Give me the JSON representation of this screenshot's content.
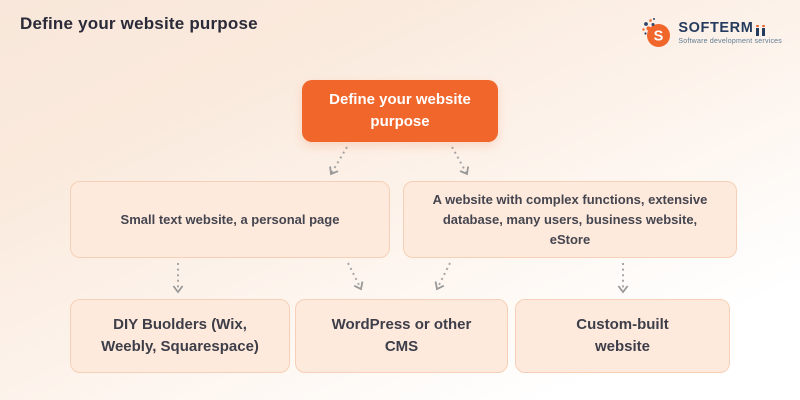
{
  "page": {
    "title": "Define your website purpose"
  },
  "logo": {
    "brand": "SOFTERMII",
    "brand_prefix": "SOFTERM",
    "mark_letter": "S",
    "tagline": "Software development services"
  },
  "diagram": {
    "root": {
      "id": "define-purpose",
      "label": "Define your website purpose"
    },
    "branches": [
      {
        "id": "small-text-website",
        "label": "Small text website, a personal page"
      },
      {
        "id": "complex-website",
        "label": "A website with complex functions, extensive database, many users, business website, eStore"
      }
    ],
    "leaves": [
      {
        "id": "diy-builders",
        "label": "DIY Buolders (Wix, Weebly, Squarespace)"
      },
      {
        "id": "wordpress-cms",
        "label": "WordPress or other CMS"
      },
      {
        "id": "custom-built",
        "label": "Custom-built website"
      }
    ],
    "edges": [
      {
        "from": "define-purpose",
        "to": "small-text-website"
      },
      {
        "from": "define-purpose",
        "to": "complex-website"
      },
      {
        "from": "small-text-website",
        "to": "diy-builders"
      },
      {
        "from": "small-text-website",
        "to": "wordpress-cms"
      },
      {
        "from": "complex-website",
        "to": "wordpress-cms"
      },
      {
        "from": "complex-website",
        "to": "custom-built"
      }
    ]
  },
  "colors": {
    "accent_orange": "#f0662b",
    "node_fill": "#fdeadd",
    "node_border": "#f6d0b6",
    "arrow_gray": "#a0a0a0",
    "brand_navy": "#253b5e",
    "heading_text": "#2a2a38",
    "background_top": "#f8e7da"
  }
}
